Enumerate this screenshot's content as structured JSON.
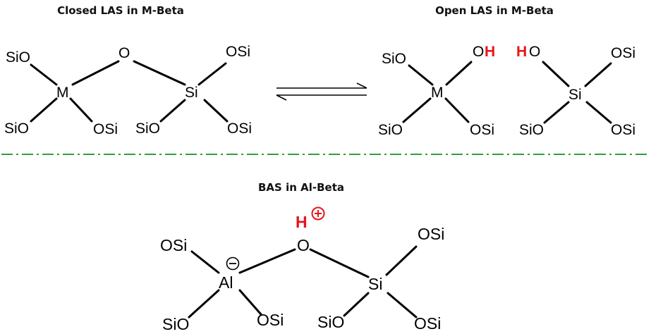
{
  "titles": {
    "closed": "Closed LAS in M-Beta",
    "open": "Open LAS in M-Beta",
    "bas": "BAS in Al-Beta"
  },
  "labels": {
    "SiO": "SiO",
    "OSi": "OSi",
    "O": "O",
    "M": "M",
    "Si": "Si",
    "Al": "Al",
    "H": "H"
  },
  "colors": {
    "proton": "#e8141b",
    "divider": "#2e9e3e",
    "bond": "#000000"
  }
}
